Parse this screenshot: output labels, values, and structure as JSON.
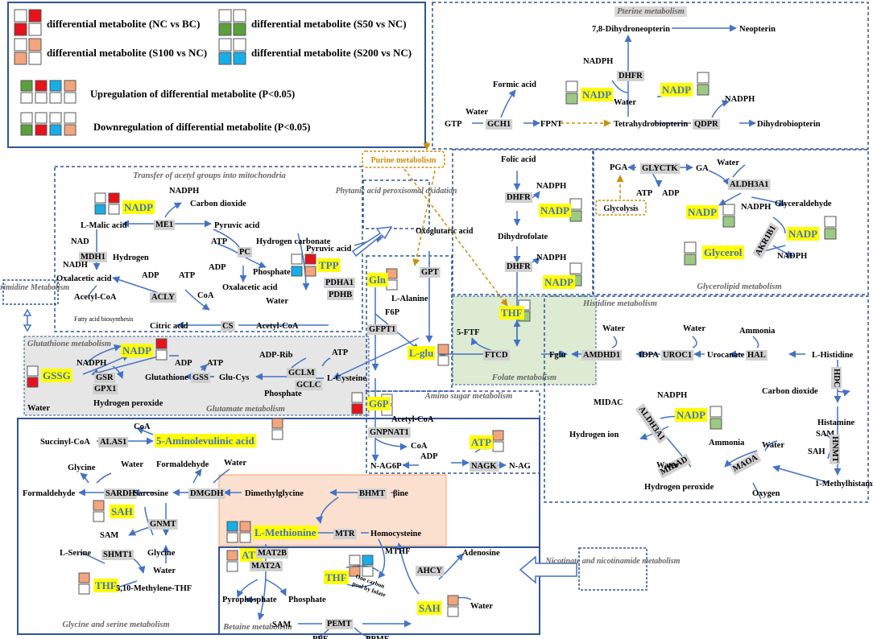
{
  "legend": {
    "pair_nc_bc": "differential metabolite (NC vs BC)",
    "pair_s50_nc": "differential metabolite (S50 vs NC)",
    "pair_s100_nc": "differential metabolite (S100 vs NC)",
    "pair_s200_nc": "differential metabolite (S200 vs NC)",
    "upregulation": "Upregulation of differential metabolite (P<0.05)",
    "downregulation": "Downregulation of differential metabolite (P<0.05)"
  },
  "colors": {
    "nc_bc": "#e8121b",
    "s50_nc": "#5aa03c",
    "s100_nc": "#f2a57e",
    "s200_nc": "#17aee8",
    "s50_light": "#9cca84",
    "metabolite_highlight": "#ffff00",
    "enzyme_box": "#d0d0d0",
    "arrow": "#4472c4",
    "pathway_border": "#2f5597",
    "purine_link": "#c9900c",
    "folate_region": "#dcebd2",
    "betaine_region": "#fbe0d0",
    "glutathione_region": "#e6e6e6"
  },
  "pathways": {
    "pterine": "Pterine metabolism",
    "purine": "Purine metabolism",
    "acetyl": "Transfer of acetyl groups into mitochondria",
    "phytanic": "Phytanic acid peroxisomal oxidation",
    "glycolysis": "Glycolysis",
    "glycerolipid": "Glycerolipid metabolism",
    "pyrimidine": "Pyrimidine Metabolism",
    "histidine": "Histidine metabolism",
    "glutathione": "Glutathione metabolism",
    "glutamate": "Glutamate metabolism",
    "folate": "Folate metabolism",
    "amino_sugar": "Amino sugar metabolism",
    "glycine_serine": "Glycine and serine metabolism",
    "betaine": "Betaine metabolism",
    "nicotinate": "Nicotinate and nicotinamide metabolism"
  },
  "metabolites": {
    "nadp": "NADP",
    "tpp": "TPP",
    "gln": "Gln",
    "l_glu": "L-glu",
    "g6p": "G6P",
    "thf": "THF",
    "atp": "ATP",
    "glycerol": "Glycerol",
    "gssg": "GSSG",
    "ala5": "5-Aminolevulinic acid",
    "sah": "SAH",
    "l_methionine": "L-Methionine"
  },
  "enzymes": {
    "gch1": "GCH1",
    "dhfr": "DHFR",
    "qdpr": "QDPR",
    "me1": "ME1",
    "mdh1": "MDH1",
    "pc": "PC",
    "acly": "ACLY",
    "cs": "CS",
    "pdha1": "PDHA1",
    "pdhb": "PDHB",
    "gpt": "GPT",
    "gfpt1": "GFPT1",
    "glyctk": "GLYCTK",
    "aldh3a1": "ALDH3A1",
    "akr1b1": "AKR1B1",
    "gsr": "GSR",
    "gpx1": "GPX1",
    "gss": "GSS",
    "gclm": "GCLM",
    "gclc": "GCLC",
    "ftcd": "FTCD",
    "amdhd1": "AMDHD1",
    "uroc1": "UROC1",
    "hal": "HAL",
    "hdc": "HDC",
    "hnmt": "HNMT",
    "maoa": "MAOA",
    "mdad": "MIDAD",
    "gnpnat1": "GNPNAT1",
    "nagk": "NAGK",
    "alas1": "ALAS1",
    "sardh": "SARDH",
    "dmgdh": "DMGDH",
    "bhmt": "BHMT",
    "gnmt": "GNMT",
    "shmt1": "SHMT1",
    "mtr": "MTR",
    "mat2b": "MAT2B",
    "mat2a": "MAT2A",
    "ahcy": "AHCY",
    "pemt": "PEMT"
  },
  "compounds": {
    "dihydroneopterin": "7,8-Dihydroneopterin",
    "neopterin": "Neopterin",
    "formic_acid": "Formic acid",
    "water": "Water",
    "gtp": "GTP",
    "fpnt": "FPNT",
    "tetrahydrobiopterin": "Tetrahydrobiopterin",
    "dihydrobiopterin": "Dihydrobiopterin",
    "nadph": "NADPH",
    "carbon_dioxide": "Carbon dioxide",
    "l_malic": "L-Malic acid",
    "pyruvic": "Pyruvic acid",
    "nad": "NAD",
    "nadh": "NADH",
    "hydrogen": "Hydrogen",
    "atp": "ATP",
    "adp": "ADP",
    "hydrogen_carbonate": "Hydrogen carbonate",
    "phosphate": "Phosphate",
    "oxalacetic": "Oxalacetic acid",
    "acetyl_coa": "Acetyl-CoA",
    "coa": "CoA",
    "fatty_acid": "Fatty acid biosynthesis",
    "citric": "Citric acid",
    "oxoglutaric": "Oxoglutaric acid",
    "l_alanine": "L-Alanine",
    "f6p": "F6P",
    "folic": "Folic acid",
    "dihydrofolate": "Dihydrofolate",
    "pga": "PGA",
    "ga": "GA",
    "glyceraldehyde": "Glyceraldehyde",
    "ftf": "5-FTF",
    "fglu": "Fglu",
    "idpa": "IDPA",
    "urocanate": "Urocanate",
    "ammonia": "Ammonia",
    "l_histidine": "L-Histidine",
    "glutathione": "Glutathione",
    "glu_cys": "Glu-Cys",
    "adp_rib": "ADP-Rib",
    "l_cysteine": "L-Cysteine",
    "hydrogen_peroxide": "Hydrogen peroxide",
    "midac": "MIDAC",
    "hydrogen_ion": "Hydrogen ion",
    "histamine": "Histamine",
    "sam": "SAM",
    "sah": "SAH",
    "oxygen": "Oxygen",
    "methylhistamine": "1-Methylhistamine",
    "n_ag6p": "N-AG6P",
    "n_ag": "N-AG",
    "succinyl_coa": "Succinyl-CoA",
    "glycine": "Glycine",
    "formaldehyde": "Formaldehyde",
    "sarcosine": "Sarcosine",
    "dimethylglycine": "Dimethylglycine",
    "betaine_short": "βine",
    "homocysteine": "Homocysteine",
    "l_serine": "L-Serine",
    "methylene_thf": "5,10-Methylene-THF",
    "mthf": "MTHF",
    "one_carbon_1": "One carbon",
    "one_carbon_2": "pool by folate",
    "pyrophosphate": "Pyrophosphate",
    "adenosine": "Adenosine",
    "ppe": "PPE",
    "ppme": "PPME"
  }
}
